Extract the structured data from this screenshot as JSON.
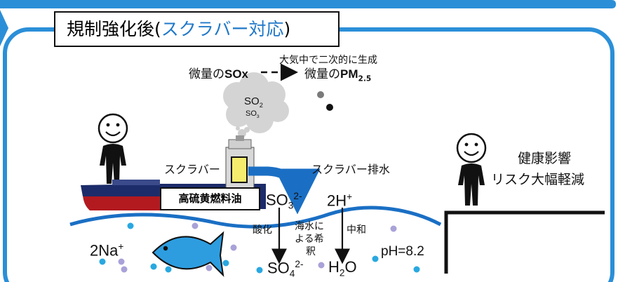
{
  "title": {
    "main": "規制強化後(",
    "highlight": "スクラバー対応",
    "end": ")"
  },
  "labels": {
    "trace_sox_prefix": "微量の",
    "trace_sox_bold": "SOx",
    "secondary_generation": "大気中で二次的に生成",
    "trace_pm_prefix": "微量の",
    "trace_pm_bold": "PM",
    "trace_pm_sub": "2.5",
    "so2": "SO",
    "so2_sub": "2",
    "so3": "SO",
    "so3_sub": "3",
    "scrubber": "スクラバー",
    "scrubber_effluent": "スクラバー排水",
    "fuel": "高硫黄燃料油",
    "so3_ion": "SO",
    "so3_ion_sub": "3",
    "so3_ion_sup": "2-",
    "h_ion": "2H",
    "h_ion_sup": "+",
    "oxidation": "酸化",
    "dilution_line1": "海水に",
    "dilution_line2": "よる希",
    "dilution_line3": "釈",
    "neutralization": "中和",
    "na_ion": "2Na",
    "na_ion_sup": "+",
    "so4_ion": "SO",
    "so4_ion_sub": "4",
    "so4_ion_sup": "2-",
    "water": "H",
    "water_sub": "2",
    "water_end": "O",
    "ph": "pH=8.2",
    "health_line1": "健康影響",
    "health_line2": "リスク大幅軽減"
  },
  "colors": {
    "frame_blue": "#2b8fd8",
    "sea_blue": "#1a6fc4",
    "highlight_blue": "#1f78c8",
    "fish_blue": "#2d9de0",
    "dot_cyan": "#29a8e0",
    "dot_lavender": "#a8a2d8",
    "ship_hull_navy": "#1c2c6a",
    "ship_bottom_red": "#b21a20",
    "scrubber_yellow": "#f5ec6e"
  }
}
